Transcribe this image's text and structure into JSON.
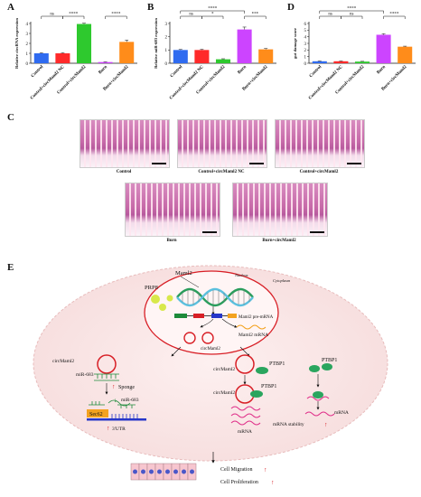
{
  "panels": {
    "A": {
      "label": "A"
    },
    "B": {
      "label": "B"
    },
    "C": {
      "label": "C"
    },
    "D": {
      "label": "D"
    },
    "E": {
      "label": "E"
    }
  },
  "chart_data": [
    {
      "id": "A",
      "type": "bar",
      "ylabel": "Relative circRNA expression",
      "ylim": [
        0,
        4
      ],
      "yticks": [
        0,
        1,
        2,
        3,
        4
      ],
      "categories": [
        "Control",
        "Control+circMaml2 NC",
        "Control+circMaml2",
        "Burn",
        "Burn+circMaml2"
      ],
      "values": [
        1.0,
        1.0,
        3.95,
        0.12,
        2.15
      ],
      "errors": [
        0.05,
        0.05,
        0.08,
        0.02,
        0.18
      ],
      "colors": [
        "#2f6bf0",
        "#ff2a2a",
        "#2ec92e",
        "#cc44ff",
        "#ff8c1a"
      ],
      "significance": [
        {
          "from": 0,
          "to": 1,
          "text": "ns",
          "level": 0
        },
        {
          "from": 1,
          "to": 2,
          "text": "****",
          "level": 0
        },
        {
          "from": 3,
          "to": 4,
          "text": "****",
          "level": 0
        }
      ]
    },
    {
      "id": "B",
      "type": "bar",
      "ylabel": "Relative miR-683 expression",
      "ylim": [
        0,
        3
      ],
      "yticks": [
        0,
        1,
        2,
        3
      ],
      "categories": [
        "Control",
        "Control+circMaml2 NC",
        "Control+circMaml2",
        "Burn",
        "Burn+circMaml2"
      ],
      "values": [
        1.0,
        1.0,
        0.3,
        2.55,
        1.05
      ],
      "errors": [
        0.04,
        0.05,
        0.04,
        0.18,
        0.06
      ],
      "colors": [
        "#2f6bf0",
        "#ff2a2a",
        "#2ec92e",
        "#cc44ff",
        "#ff8c1a"
      ],
      "significance": [
        {
          "from": 0,
          "to": 1,
          "text": "ns",
          "level": 0
        },
        {
          "from": 1,
          "to": 2,
          "text": "*",
          "level": 0
        },
        {
          "from": 3,
          "to": 4,
          "text": "***",
          "level": 0
        },
        {
          "from": 0,
          "to": 3,
          "text": "****",
          "level": 1
        }
      ]
    },
    {
      "id": "D",
      "type": "bar",
      "ylabel": "gut damage score",
      "ylim": [
        0,
        6
      ],
      "yticks": [
        0,
        1,
        2,
        3,
        4,
        5,
        6
      ],
      "categories": [
        "Control",
        "Control+circMaml2 NC",
        "Control+circMaml2",
        "Burn",
        "Burn+circMaml2"
      ],
      "values": [
        0.3,
        0.3,
        0.25,
        4.3,
        2.5
      ],
      "errors": [
        0.04,
        0.04,
        0.04,
        0.15,
        0.08
      ],
      "colors": [
        "#2f6bf0",
        "#ff2a2a",
        "#2ec92e",
        "#cc44ff",
        "#ff8c1a"
      ],
      "significance": [
        {
          "from": 0,
          "to": 1,
          "text": "ns",
          "level": 0
        },
        {
          "from": 1,
          "to": 2,
          "text": "ns",
          "level": 0
        },
        {
          "from": 3,
          "to": 4,
          "text": "****",
          "level": 0
        },
        {
          "from": 0,
          "to": 3,
          "text": "****",
          "level": 1
        }
      ]
    }
  ],
  "histology": {
    "captions": [
      "Control",
      "Control+circMaml2 NC",
      "Control+circMaml2",
      "Burn",
      "Burn+circMaml2"
    ],
    "scale": "100μm"
  },
  "schematic": {
    "maml2": "Maml2",
    "nucleus": "Nucleus",
    "cytoplasm": "Cytoplasm",
    "prp8": "PRP8",
    "pre_mrna": "Maml2 pre-mRNA",
    "mrna": "Maml2 mRNA",
    "circ_nuclear": "circMaml2",
    "circ_left": "circMaml2",
    "circ_mid1": "circMaml2",
    "circ_mid2": "circMaml2",
    "mir683_a": "miR-683",
    "mir683_b": "miR-683",
    "sponge": "Sponge",
    "sec62": "Sec62",
    "utr": "3'UTR",
    "ptbp1_a": "PTBP1",
    "ptbp1_b": "PTBP1",
    "ptbp1_c": "PTBP1",
    "mrna_mid": "mRNA",
    "mrna_right": "mRNA",
    "stability": "mRNA stability",
    "migration": "Cell Migration",
    "proliferation": "Cell Proliferation",
    "up_arrow": "↑",
    "down_arrow": "↓"
  }
}
